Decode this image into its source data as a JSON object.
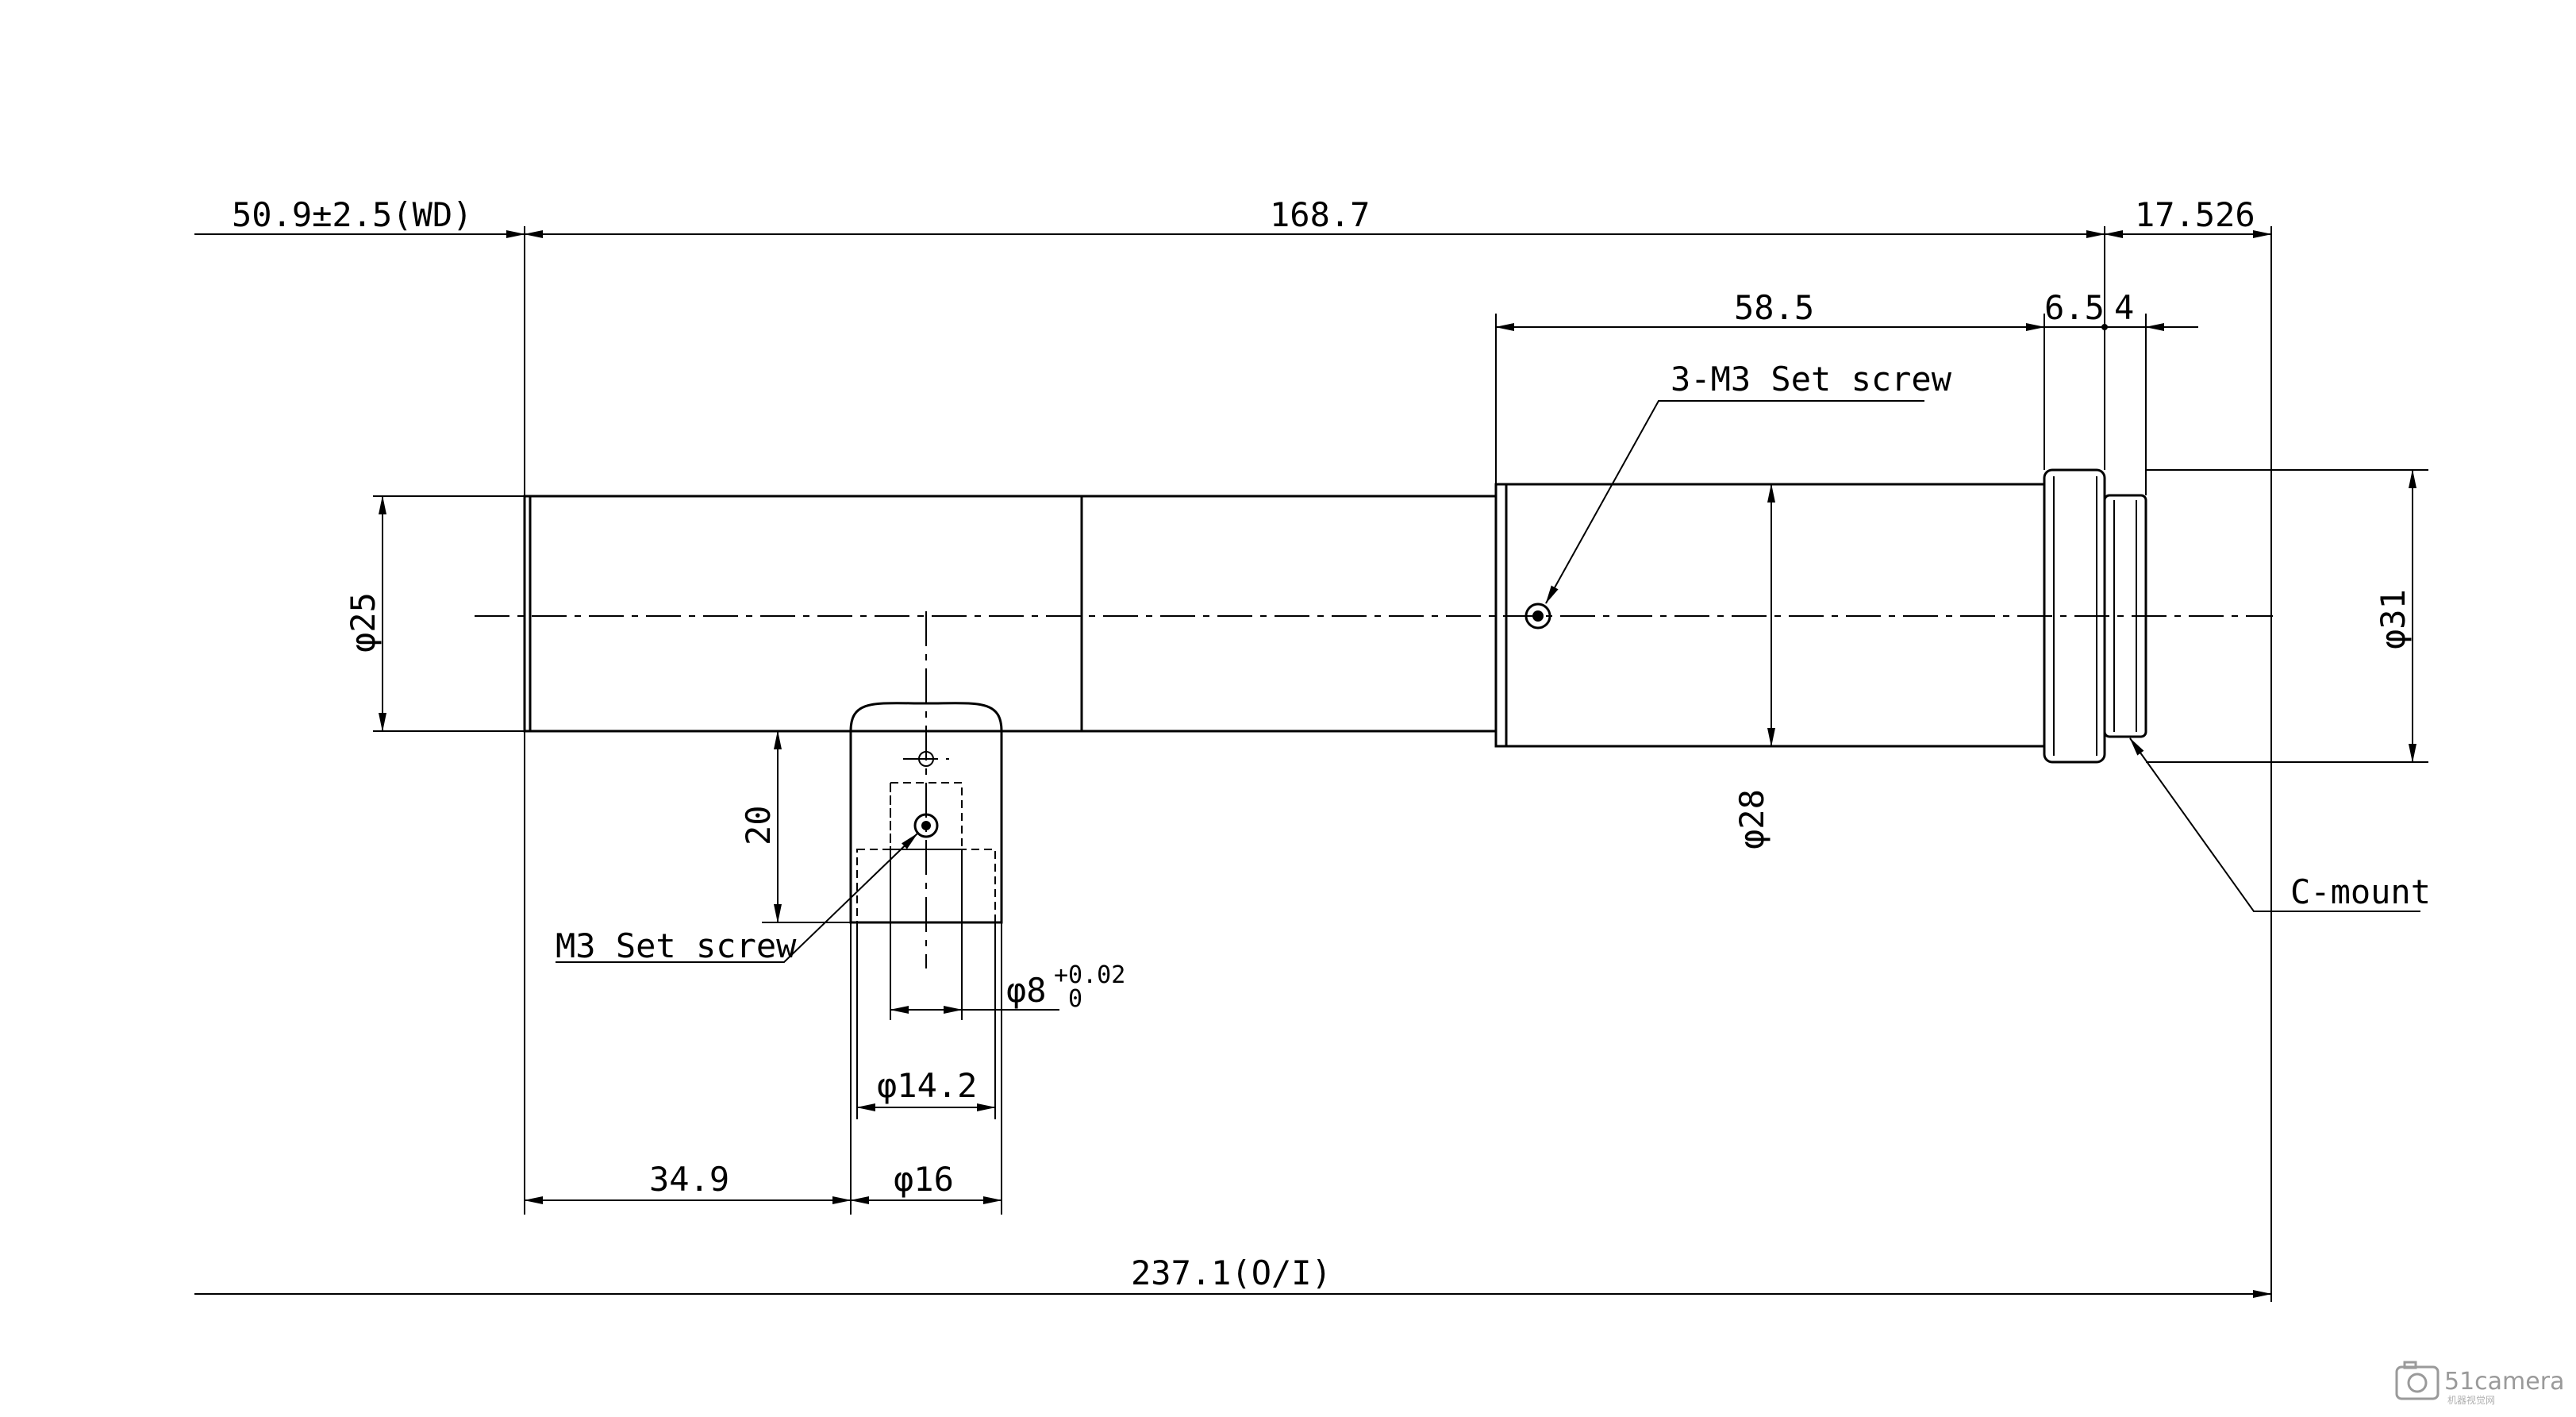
{
  "dimensions": {
    "working_distance": "50.9±2.5(WD)",
    "main_length": "168.7",
    "flange_back": "17.526",
    "rear_length": "58.5",
    "ring_width": "6.5",
    "mount_width": "4",
    "front_diameter": "φ25",
    "rear_diameter": "φ28",
    "mount_diameter": "φ31",
    "port_height": "20",
    "bore_diameter_value": "φ8",
    "bore_tolerance_upper": "+0.02",
    "bore_tolerance_lower": "0",
    "port_inner_diameter": "φ14.2",
    "port_outer_diameter": "φ16",
    "port_offset": "34.9",
    "overall_length": "237.1(O/I)"
  },
  "callouts": {
    "set_screws_rear": "3-M3 Set screw",
    "set_screw_port": "M3 Set screw",
    "mount": "C-mount"
  },
  "watermark": {
    "brand": "51camera",
    "tagline": "机器视觉网"
  }
}
